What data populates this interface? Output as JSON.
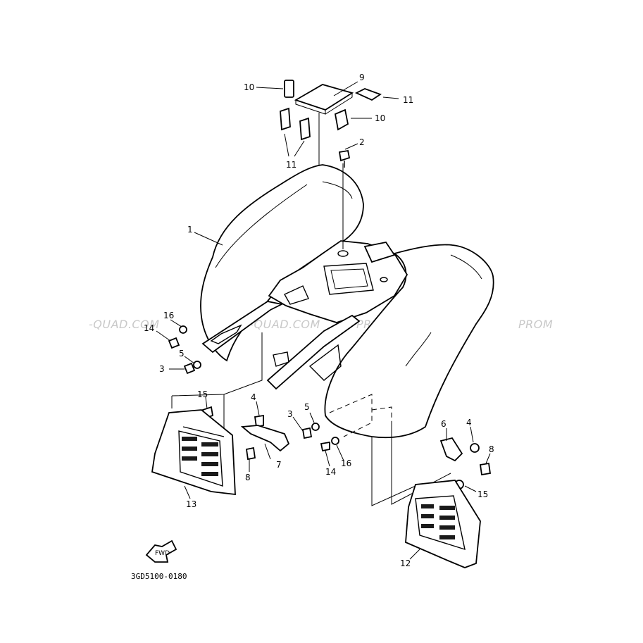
{
  "diagram": {
    "callouts": [
      "1",
      "2",
      "3",
      "4",
      "5",
      "6",
      "7",
      "8",
      "9",
      "10",
      "11",
      "12",
      "13",
      "14",
      "15",
      "16"
    ],
    "labels": {
      "p1": "1",
      "p2": "2",
      "p3_left": "3",
      "p3_right": "3",
      "p4_left": "4",
      "p4_right": "4",
      "p5_left": "5",
      "p5_right": "5",
      "p6": "6",
      "p7": "7",
      "p8_left": "8",
      "p8_right": "8",
      "p9": "9",
      "p10_top": "10",
      "p10_right": "10",
      "p11_right": "11",
      "p11_bottom": "11",
      "p12": "12",
      "p13": "13",
      "p14_left": "14",
      "p14_right": "14",
      "p15_left": "15",
      "p15_right": "15",
      "p16_left": "16",
      "p16_right": "16"
    },
    "direction_arrow": "FWD",
    "drawing_code": "3GD5100-0180"
  },
  "watermarks": [
    "-QUAD.COM",
    "PROMO-QUAD.COM",
    "PROMO-QUAD.COM",
    "PROM"
  ]
}
